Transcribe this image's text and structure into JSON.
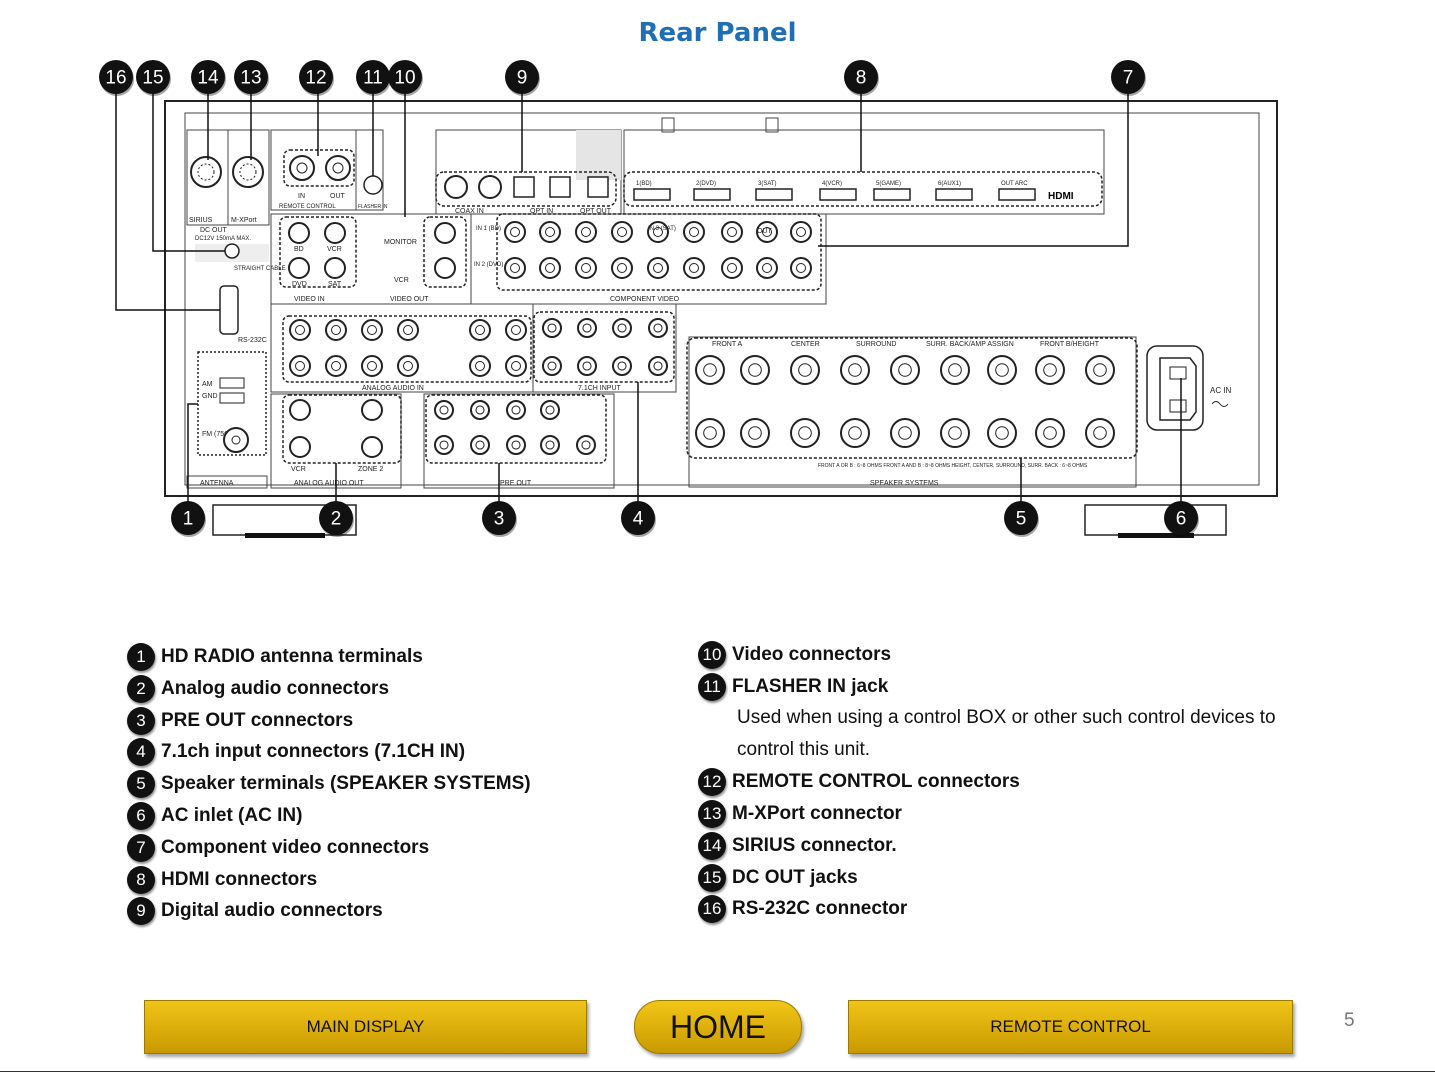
{
  "title": "Rear Panel",
  "callouts": [
    "16",
    "15",
    "14",
    "13",
    "12",
    "11",
    "10",
    "9",
    "8",
    "7",
    "1",
    "2",
    "3",
    "4",
    "5",
    "6"
  ],
  "panel_labels": {
    "sirius": "SIRIUS",
    "mxport": "M-XPort",
    "dc_out": "DC OUT",
    "dc_spec": "DC12V 150mA MAX.",
    "straight_cable": "STRAIGHT CABLE",
    "rs232c": "RS-232C",
    "remote_control": "REMOTE CONTROL",
    "in": "IN",
    "out": "OUT",
    "flasher_in": "FLASHER IN",
    "coax_in": "COAX IN",
    "opt_in": "OPT IN",
    "opt_out": "OPT OUT",
    "hdmi_ports": [
      "1(BD)",
      "2(DVD)",
      "3(SAT)",
      "4(VCR)",
      "5(GAME)",
      "6(AUX1)",
      "OUT ARC"
    ],
    "hdmi_logo": "HDMI",
    "monitor": "MONITOR",
    "vcr": "VCR",
    "bd": "BD",
    "dvd": "DVD",
    "sat": "SAT",
    "video_in": "VIDEO IN",
    "video_out": "VIDEO OUT",
    "component_video": "COMPONENT VIDEO",
    "in1_bd": "IN 1 (BD)",
    "in2_dvd": "IN 2 (DVD)",
    "in3_sat": "IN 3 (SAT)",
    "analog_audio_in": "ANALOG AUDIO IN",
    "ch71_input": "7.1CH INPUT",
    "antenna": "ANTENNA",
    "am": "AM",
    "gnd": "GND",
    "fm": "FM (75Ω)",
    "analog_audio_out": "ANALOG AUDIO OUT",
    "zone2": "ZONE 2",
    "pre_out": "PRE OUT",
    "speaker_systems": "SPEAKER SYSTEMS",
    "speaker_headers": [
      "FRONT A",
      "CENTER",
      "SURROUND",
      "SURR. BACK/AMP ASSIGN",
      "FRONT B/HEIGHT"
    ],
    "speaker_note": "FRONT A OR B : 6~8 OHMS FRONT A AND B : 8~8 OHMS HEIGHT, CENTER, SURROUND, SURR. BACK : 6~8 OHMS",
    "ac_in": "AC IN"
  },
  "legend_left": [
    {
      "num": "1",
      "text": "HD RADIO antenna terminals"
    },
    {
      "num": "2",
      "text": "Analog audio connectors"
    },
    {
      "num": "3",
      "text": "PRE OUT connectors"
    },
    {
      "num": "4",
      "text": "7.1ch input connectors (7.1CH IN)"
    },
    {
      "num": "5",
      "text": "Speaker terminals (SPEAKER SYSTEMS)"
    },
    {
      "num": "6",
      "text": "AC inlet (AC IN)"
    },
    {
      "num": "7",
      "text": "Component video connectors"
    },
    {
      "num": "8",
      "text": "HDMI connectors"
    },
    {
      "num": "9",
      "text": "Digital audio connectors"
    }
  ],
  "legend_right": [
    {
      "num": "10",
      "text": "Video connectors"
    },
    {
      "num": "11",
      "text": "FLASHER IN jack"
    },
    {
      "num": "12",
      "text": "REMOTE CONTROL connectors"
    },
    {
      "num": "13",
      "text": "M-XPort connector"
    },
    {
      "num": "14",
      "text": "SIRIUS connector."
    },
    {
      "num": "15",
      "text": "DC OUT jacks"
    },
    {
      "num": "16",
      "text": "RS-232C connector"
    }
  ],
  "flasher_desc_1": "Used when using a control BOX or other such control devices to",
  "flasher_desc_2": "control this unit.",
  "nav": {
    "main_display": "MAIN DISPLAY",
    "home": "HOME",
    "remote_control": "REMOTE CONTROL"
  },
  "page_number": "5"
}
